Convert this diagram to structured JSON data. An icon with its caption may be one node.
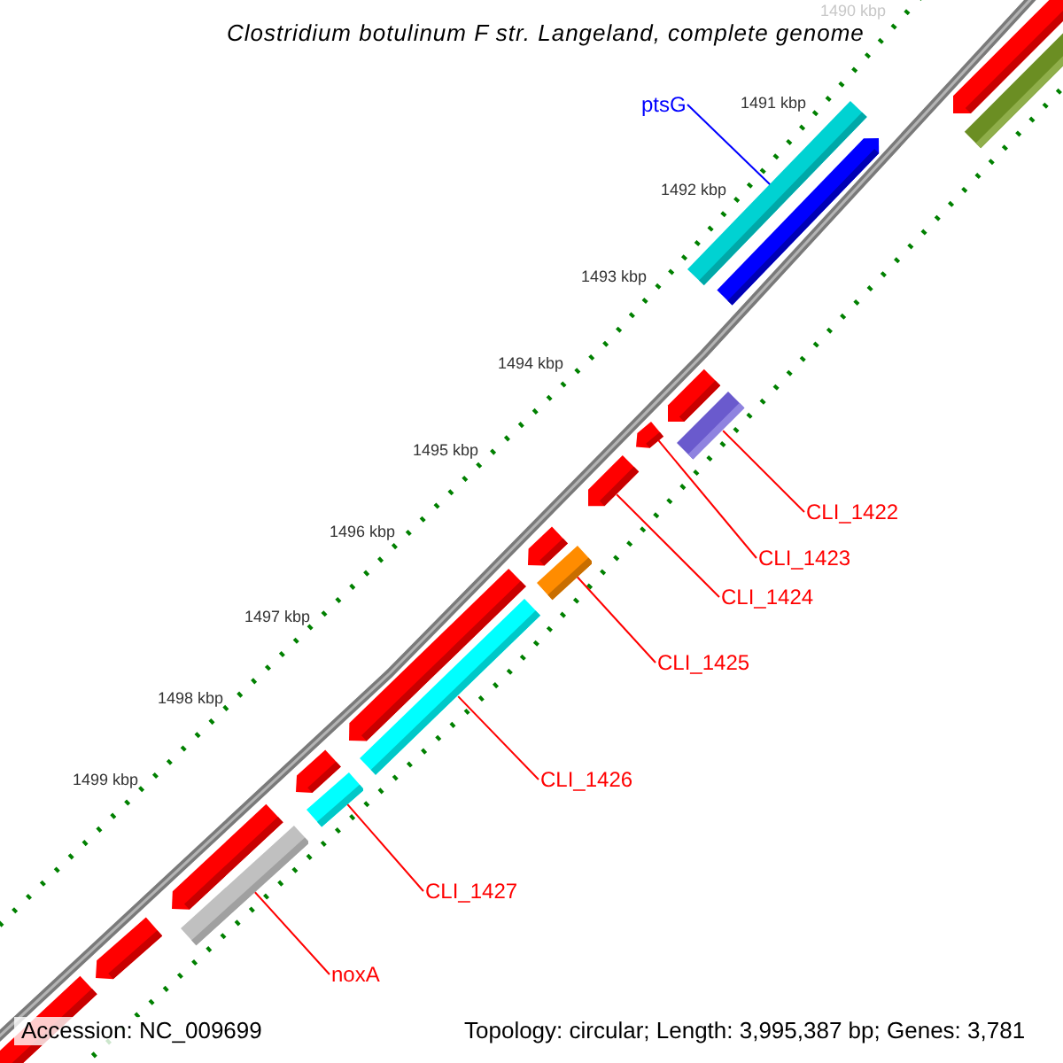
{
  "diagram": {
    "title": "Clostridium botulinum F str. Langeland, complete genome",
    "nodes": [
      {
        "text": [
          "ptsG"
        ]
      },
      {
        "text": [],
        "shape": "bar"
      },
      {
        "text": [
          "CLI_1422"
        ]
      },
      {
        "text": [],
        "shape": "bar"
      },
      {
        "text": [
          "CLI_1423"
        ]
      },
      {
        "text": [],
        "shape": "bar"
      },
      {
        "text": [
          "CLI_1424"
        ]
      },
      {
        "text": [],
        "shape": "bar"
      },
      {
        "text": [
          "CLI_1425"
        ]
      },
      {
        "text": [],
        "shape": "bar"
      },
      {
        "text": [
          "CLI_1426"
        ]
      },
      {
        "text": [],
        "shape": "bar"
      },
      {
        "text": [
          "CLI_1427"
        ]
      },
      {
        "text": [],
        "shape": "bar"
      },
      {
        "text": [
          "noxA"
        ]
      },
      {
        "text": [],
        "shape": "bar"
      }
    ],
    "edges": [
      {
        "from": 0,
        "to": 1,
        "arrow": "none",
        "color": "#0000ff"
      },
      {
        "from": 2,
        "to": 3,
        "arrow": "none"
      },
      {
        "from": 4,
        "to": 5,
        "arrow": "none"
      },
      {
        "from": 6,
        "to": 7,
        "arrow": "none"
      },
      {
        "from": 8,
        "to": 9,
        "arrow": "none"
      },
      {
        "from": 10,
        "to": 11,
        "arrow": "none"
      },
      {
        "from": 12,
        "to": 13,
        "arrow": "none"
      },
      {
        "from": 14,
        "to": 15,
        "arrow": "none"
      }
    ],
    "labels": [
      "1490 kbp",
      "1491 kbp",
      "1492 kbp",
      "1493 kbp",
      "1494 kbp",
      "1495 kbp",
      "1496 kbp",
      "1497 kbp",
      "1498 kbp",
      "1499 kbp",
      "Accession: NC_009699",
      "Topology: circular; Length: 3,995,387 bp; Genes: 3,781"
    ]
  }
}
